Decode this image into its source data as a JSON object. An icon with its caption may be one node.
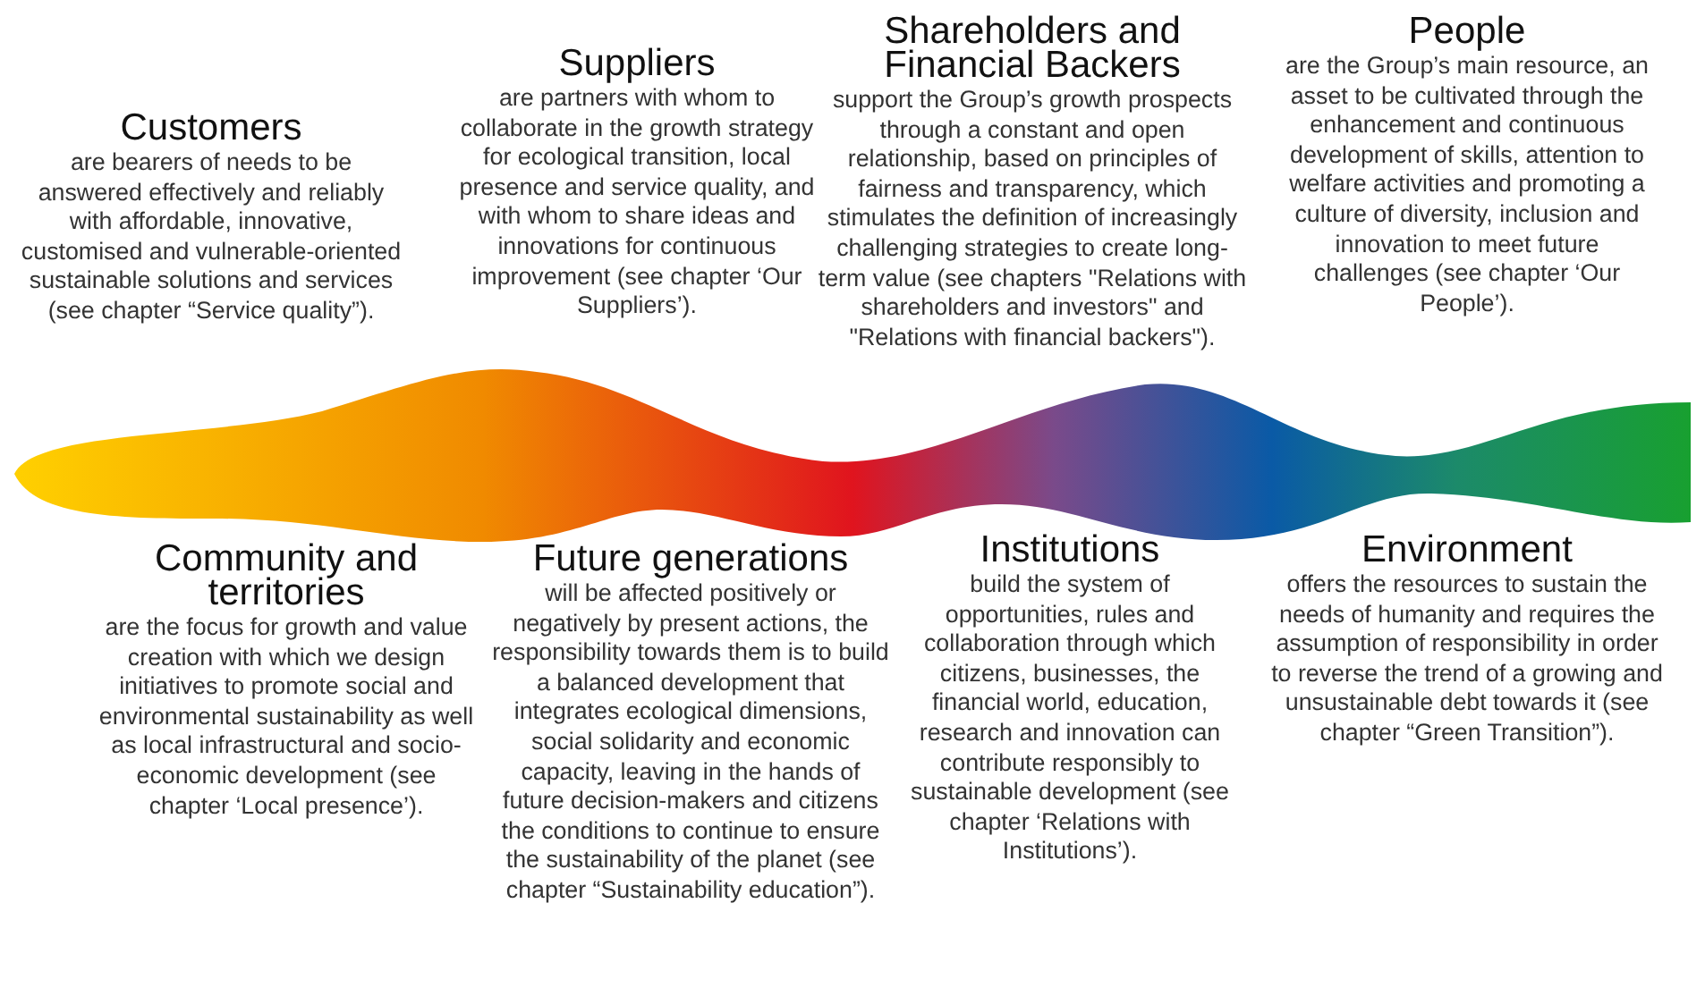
{
  "diagram": {
    "labels": [
      "Customers",
      "are bearers of needs to be answered effectively and reliably with affordable, innovative, customised and vulnerable-oriented sustainable solutions and services (see chapter “Service quality”).",
      "Suppliers",
      "are partners with whom to collaborate in the growth strategy for ecological transition, local presence and service quality, and with whom to share ideas and innovations for continuous improvement (see chapter  ‘Our Suppliers’).",
      "Shareholders and Financial Backers",
      "support the Group’s growth prospects through a constant and open relationship, based on principles of fairness and transparency, which stimulates the definition of increasingly challenging strategies to create long-term value (see chapters \"Relations with shareholders and investors\" and \"Relations with financial backers\").",
      "People",
      "are the Group’s main resource, an asset to be cultivated through the enhancement and continuous development of skills, attention to welfare activities and promoting a culture of diversity, inclusion and innovation to meet future challenges (see chapter ‘Our People’).",
      "Community and territories",
      "are the focus for growth and value creation with which we design initiatives to promote social and environmental sustainability as well as local infrastructural and socio-economic development (see chapter ‘Local presence’).",
      "Future generations",
      "will be affected positively or negatively by present actions, the responsibility towards them is to build a balanced development that integrates ecological dimensions, social solidarity and economic capacity, leaving in the hands of future decision-makers and citizens the conditions to continue to ensure the sustainability of the planet (see chapter “Sustainability education”).",
      "Institutions",
      "build the system of opportunities, rules and collaboration through which citizens, businesses, the financial world, education, research and innovation can contribute responsibly to sustainable development (see chapter ‘Relations with Institutions’).",
      "Environment",
      "offers the resources to sustain the needs of humanity and requires the assumption of responsibility in order to reverse the trend of a growing and unsustainable debt towards it (see chapter “Green Transition”)."
    ]
  }
}
